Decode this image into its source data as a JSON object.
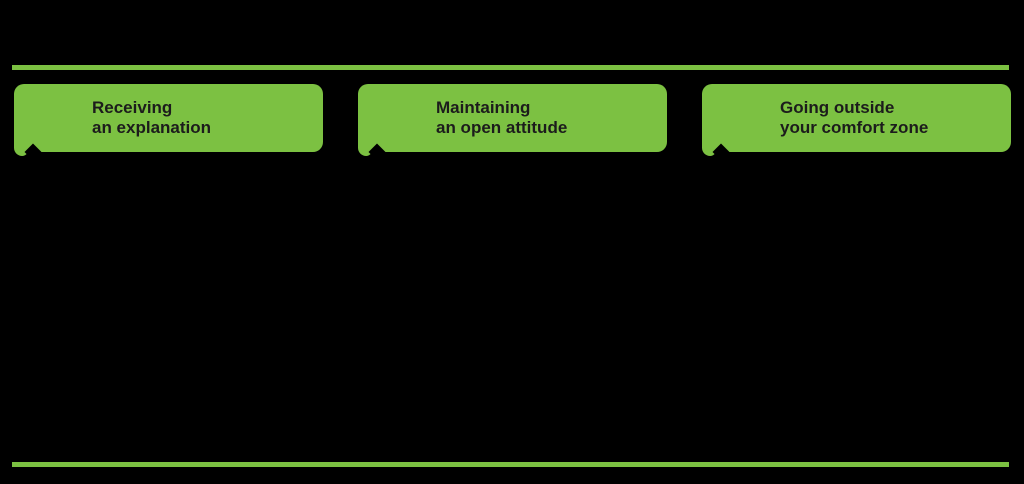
{
  "theme": {
    "background_color": "#000000",
    "accent_green": "#7CC142",
    "box_text_color": "#1C1C1C"
  },
  "rules": {
    "top_rule": "accent-green horizontal rule",
    "bottom_rule": "accent-green horizontal rule"
  },
  "boxes": [
    {
      "line1": "Receiving",
      "line2": "an explanation"
    },
    {
      "line1": "Maintaining",
      "line2": "an open attitude"
    },
    {
      "line1": "Going outside",
      "line2": "your comfort zone"
    }
  ]
}
